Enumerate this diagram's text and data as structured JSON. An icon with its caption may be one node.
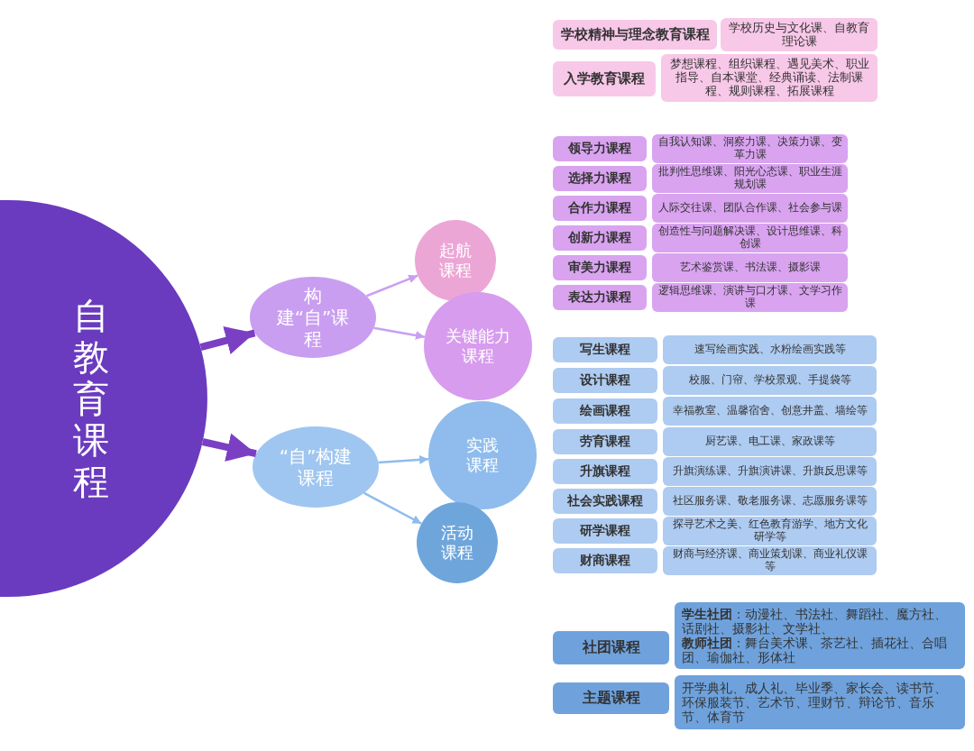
{
  "diagram": {
    "nodes": [
      {
        "text": [
          "自教育课程"
        ]
      },
      {
        "text": [
          "构建“自”课程"
        ]
      },
      {
        "text": [
          "起航课程"
        ]
      },
      {
        "text": [
          "关键能力课程"
        ]
      },
      {
        "text": [
          "“自”构建课程"
        ]
      },
      {
        "text": [
          "实践课程"
        ]
      },
      {
        "text": [
          "活动课程"
        ]
      },
      {
        "text": [
          "学校精神与理念教育课程"
        ]
      },
      {
        "text": [
          "学校历史与文化课、自教育理论课"
        ]
      },
      {
        "text": [
          "入学教育课程"
        ]
      },
      {
        "text": [
          "梦想课程、组织课程、遇见美术、职业指导、自本课堂、经典诵读、法制课程、规则课程、拓展课程"
        ]
      },
      {
        "text": [
          "领导力课程"
        ]
      },
      {
        "text": [
          "自我认知课、洞察力课、决策力课、变革力课"
        ]
      },
      {
        "text": [
          "选择力课程"
        ]
      },
      {
        "text": [
          "批判性思维课、阳光心态课、职业生涯规划课"
        ]
      },
      {
        "text": [
          "合作力课程"
        ]
      },
      {
        "text": [
          "人际交往课、团队合作课、社会参与课"
        ]
      },
      {
        "text": [
          "创新力课程"
        ]
      },
      {
        "text": [
          "创造性与问题解决课、设计思维课、科创课"
        ]
      },
      {
        "text": [
          "审美力课程"
        ]
      },
      {
        "text": [
          "艺术鉴赏课、书法课、摄影课"
        ]
      },
      {
        "text": [
          "表达力课程"
        ]
      },
      {
        "text": [
          "逻辑思维课、演讲与口才课、文学习作课"
        ]
      },
      {
        "text": [
          "写生课程"
        ]
      },
      {
        "text": [
          "速写绘画实践、水粉绘画实践等"
        ]
      },
      {
        "text": [
          "设计课程"
        ]
      },
      {
        "text": [
          "校服、门帘、学校景观、手提袋等"
        ]
      },
      {
        "text": [
          "绘画课程"
        ]
      },
      {
        "text": [
          "幸福教室、温馨宿舍、创意井盖、墙绘等"
        ]
      },
      {
        "text": [
          "劳育课程"
        ]
      },
      {
        "text": [
          "厨艺课、电工课、家政课等"
        ]
      },
      {
        "text": [
          "升旗课程"
        ]
      },
      {
        "text": [
          "升旗演练课、升旗演讲课、升旗反思课等"
        ]
      },
      {
        "text": [
          "社会实践课程"
        ]
      },
      {
        "text": [
          "社区服务课、敬老服务课、志愿服务课等"
        ]
      },
      {
        "text": [
          "研学课程"
        ]
      },
      {
        "text": [
          "探寻艺术之美、红色教育游学、地方文化研学等"
        ]
      },
      {
        "text": [
          "财商课程"
        ]
      },
      {
        "text": [
          "财商与经济课、商业策划课、商业礼仪课等"
        ]
      },
      {
        "text": [
          "社团课程"
        ]
      },
      {
        "text": [
          "**学生社团**：动漫社、书法社、舞蹈社、魔方社、话剧社、摄影社、文学社、",
          "**教师社团**：舞台美术课、茶艺社、插花社、合唱团、瑜伽社、形体社"
        ]
      },
      {
        "text": [
          "主题课程"
        ]
      },
      {
        "text": [
          "开学典礼、成人礼、毕业季、家长会、读书节、环保服装节、艺术节、理财节、辩论节、音乐节、体育节"
        ]
      }
    ],
    "edges": [
      {
        "from": 0,
        "to": 1,
        "arrow": "to",
        "style": "thick",
        "color": "#7b3fc4"
      },
      {
        "from": 0,
        "to": 4,
        "arrow": "to",
        "style": "thick",
        "color": "#7b3fc4"
      },
      {
        "from": 1,
        "to": 2,
        "arrow": "to",
        "color": "#c9a0f0"
      },
      {
        "from": 1,
        "to": 3,
        "arrow": "to",
        "color": "#c9a0f0"
      },
      {
        "from": 4,
        "to": 5,
        "arrow": "to",
        "color": "#8fbcec"
      },
      {
        "from": 4,
        "to": 6,
        "arrow": "to",
        "color": "#8fbcec"
      }
    ]
  }
}
